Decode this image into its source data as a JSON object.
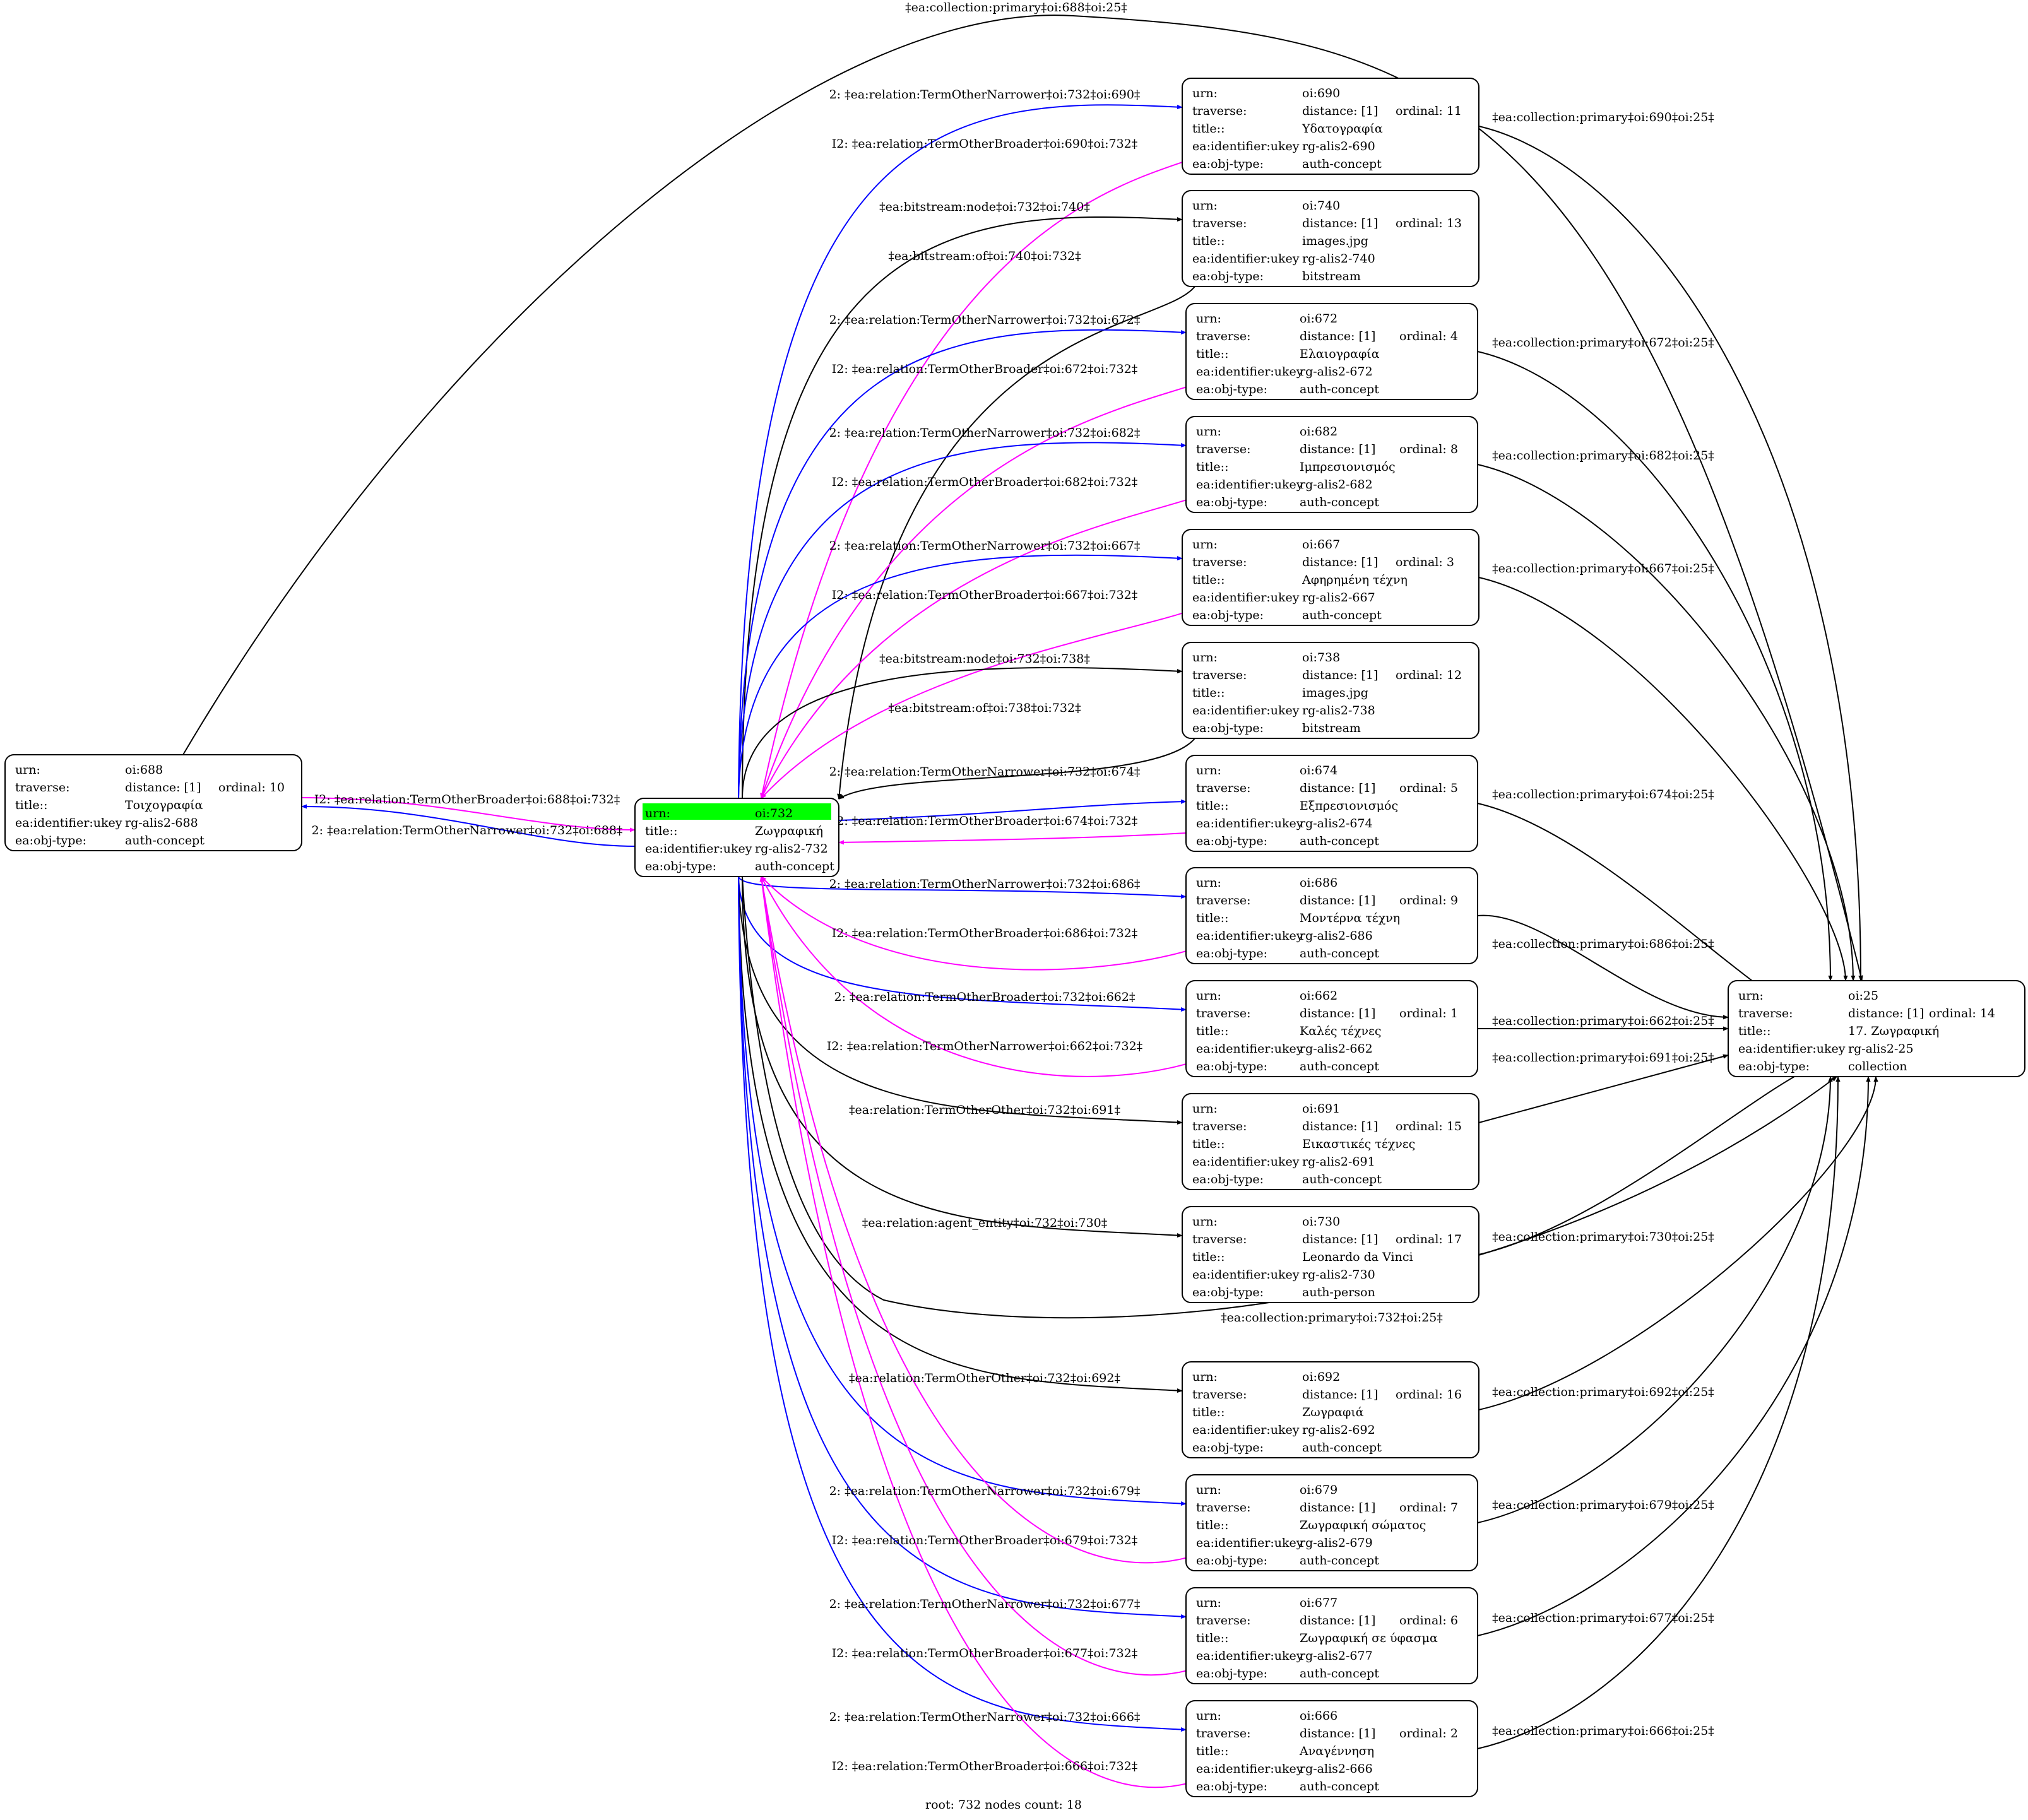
{
  "footer": "root: 732 nodes count: 18",
  "colors": {
    "black": "#000000",
    "blue": "#0000ff",
    "magenta": "#ff00ff",
    "root": "#00ff00",
    "person": "#ffcc99"
  },
  "nodes": [
    {
      "id": "688",
      "rows": [
        [
          "urn:",
          "oi:688",
          ""
        ],
        [
          "traverse:",
          "distance: [1]",
          "ordinal: 10"
        ],
        [
          "title::",
          "Τοιχογραφία",
          ""
        ],
        [
          "ea:identifier:ukey",
          "rg-alis2-688",
          ""
        ],
        [
          "ea:obj-type:",
          "auth-concept",
          ""
        ]
      ]
    },
    {
      "id": "732",
      "root": true,
      "rows": [
        [
          "urn:",
          "oi:732",
          ""
        ],
        [
          "title::",
          "Ζωγραφική",
          ""
        ],
        [
          "ea:identifier:ukey",
          "rg-alis2-732",
          ""
        ],
        [
          "ea:obj-type:",
          "auth-concept",
          ""
        ]
      ]
    },
    {
      "id": "690",
      "rows": [
        [
          "urn:",
          "oi:690",
          ""
        ],
        [
          "traverse:",
          "distance: [1]",
          "ordinal: 11"
        ],
        [
          "title::",
          "Υδατογραφία",
          ""
        ],
        [
          "ea:identifier:ukey",
          "rg-alis2-690",
          ""
        ],
        [
          "ea:obj-type:",
          "auth-concept",
          ""
        ]
      ]
    },
    {
      "id": "740",
      "rows": [
        [
          "urn:",
          "oi:740",
          ""
        ],
        [
          "traverse:",
          "distance: [1]",
          "ordinal: 13"
        ],
        [
          "title::",
          "images.jpg",
          ""
        ],
        [
          "ea:identifier:ukey",
          "rg-alis2-740",
          ""
        ],
        [
          "ea:obj-type:",
          "bitstream",
          ""
        ]
      ]
    },
    {
      "id": "672",
      "rows": [
        [
          "urn:",
          "oi:672",
          ""
        ],
        [
          "traverse:",
          "distance: [1]",
          "ordinal: 4"
        ],
        [
          "title::",
          "Ελαιογραφία",
          ""
        ],
        [
          "ea:identifier:ukey",
          "rg-alis2-672",
          ""
        ],
        [
          "ea:obj-type:",
          "auth-concept",
          ""
        ]
      ]
    },
    {
      "id": "682",
      "rows": [
        [
          "urn:",
          "oi:682",
          ""
        ],
        [
          "traverse:",
          "distance: [1]",
          "ordinal: 8"
        ],
        [
          "title::",
          "Ιμπρεσιονισμός",
          ""
        ],
        [
          "ea:identifier:ukey",
          "rg-alis2-682",
          ""
        ],
        [
          "ea:obj-type:",
          "auth-concept",
          ""
        ]
      ]
    },
    {
      "id": "667",
      "rows": [
        [
          "urn:",
          "oi:667",
          ""
        ],
        [
          "traverse:",
          "distance: [1]",
          "ordinal: 3"
        ],
        [
          "title::",
          "Αφηρημένη τέχνη",
          ""
        ],
        [
          "ea:identifier:ukey",
          "rg-alis2-667",
          ""
        ],
        [
          "ea:obj-type:",
          "auth-concept",
          ""
        ]
      ]
    },
    {
      "id": "738",
      "rows": [
        [
          "urn:",
          "oi:738",
          ""
        ],
        [
          "traverse:",
          "distance: [1]",
          "ordinal: 12"
        ],
        [
          "title::",
          "images.jpg",
          ""
        ],
        [
          "ea:identifier:ukey",
          "rg-alis2-738",
          ""
        ],
        [
          "ea:obj-type:",
          "bitstream",
          ""
        ]
      ]
    },
    {
      "id": "674",
      "rows": [
        [
          "urn:",
          "oi:674",
          ""
        ],
        [
          "traverse:",
          "distance: [1]",
          "ordinal: 5"
        ],
        [
          "title::",
          "Εξπρεσιονισμός",
          ""
        ],
        [
          "ea:identifier:ukey",
          "rg-alis2-674",
          ""
        ],
        [
          "ea:obj-type:",
          "auth-concept",
          ""
        ]
      ]
    },
    {
      "id": "686",
      "rows": [
        [
          "urn:",
          "oi:686",
          ""
        ],
        [
          "traverse:",
          "distance: [1]",
          "ordinal: 9"
        ],
        [
          "title::",
          "Μοντέρνα τέχνη",
          ""
        ],
        [
          "ea:identifier:ukey",
          "rg-alis2-686",
          ""
        ],
        [
          "ea:obj-type:",
          "auth-concept",
          ""
        ]
      ]
    },
    {
      "id": "662",
      "rows": [
        [
          "urn:",
          "oi:662",
          ""
        ],
        [
          "traverse:",
          "distance: [1]",
          "ordinal: 1"
        ],
        [
          "title::",
          "Καλές τέχνες",
          ""
        ],
        [
          "ea:identifier:ukey",
          "rg-alis2-662",
          ""
        ],
        [
          "ea:obj-type:",
          "auth-concept",
          ""
        ]
      ]
    },
    {
      "id": "691",
      "rows": [
        [
          "urn:",
          "oi:691",
          ""
        ],
        [
          "traverse:",
          "distance: [1]",
          "ordinal: 15"
        ],
        [
          "title::",
          "Εικαστικές τέχνες",
          ""
        ],
        [
          "ea:identifier:ukey",
          "rg-alis2-691",
          ""
        ],
        [
          "ea:obj-type:",
          "auth-concept",
          ""
        ]
      ]
    },
    {
      "id": "730",
      "person": true,
      "rows": [
        [
          "urn:",
          "oi:730",
          ""
        ],
        [
          "traverse:",
          "distance: [1]",
          "ordinal: 17"
        ],
        [
          "title::",
          "Leonardo da Vinci",
          ""
        ],
        [
          "ea:identifier:ukey",
          "rg-alis2-730",
          ""
        ],
        [
          "ea:obj-type:",
          "auth-person",
          ""
        ]
      ]
    },
    {
      "id": "692",
      "rows": [
        [
          "urn:",
          "oi:692",
          ""
        ],
        [
          "traverse:",
          "distance: [1]",
          "ordinal: 16"
        ],
        [
          "title::",
          "Ζωγραφιά",
          ""
        ],
        [
          "ea:identifier:ukey",
          "rg-alis2-692",
          ""
        ],
        [
          "ea:obj-type:",
          "auth-concept",
          ""
        ]
      ]
    },
    {
      "id": "679",
      "rows": [
        [
          "urn:",
          "oi:679",
          ""
        ],
        [
          "traverse:",
          "distance: [1]",
          "ordinal: 7"
        ],
        [
          "title::",
          "Ζωγραφική σώματος",
          ""
        ],
        [
          "ea:identifier:ukey",
          "rg-alis2-679",
          ""
        ],
        [
          "ea:obj-type:",
          "auth-concept",
          ""
        ]
      ]
    },
    {
      "id": "677",
      "rows": [
        [
          "urn:",
          "oi:677",
          ""
        ],
        [
          "traverse:",
          "distance: [1]",
          "ordinal: 6"
        ],
        [
          "title::",
          "Ζωγραφική σε ύφασμα",
          ""
        ],
        [
          "ea:identifier:ukey",
          "rg-alis2-677",
          ""
        ],
        [
          "ea:obj-type:",
          "auth-concept",
          ""
        ]
      ]
    },
    {
      "id": "666",
      "rows": [
        [
          "urn:",
          "oi:666",
          ""
        ],
        [
          "traverse:",
          "distance: [1]",
          "ordinal: 2"
        ],
        [
          "title::",
          "Αναγέννηση",
          ""
        ],
        [
          "ea:identifier:ukey",
          "rg-alis2-666",
          ""
        ],
        [
          "ea:obj-type:",
          "auth-concept",
          ""
        ]
      ]
    },
    {
      "id": "25",
      "rows": [
        [
          "urn:",
          "oi:25",
          ""
        ],
        [
          "traverse:",
          "distance: [1]",
          "ordinal: 14"
        ],
        [
          "title::",
          "17. Ζωγραφική",
          ""
        ],
        [
          "ea:identifier:ukey",
          "rg-alis2-25",
          ""
        ],
        [
          "ea:obj-type:",
          "collection",
          ""
        ]
      ]
    }
  ],
  "edges": [
    {
      "from": "688",
      "to": "25",
      "color": "black",
      "label": "‡ea:collection:primary‡oi:688‡oi:25‡"
    },
    {
      "from": "688",
      "to": "732",
      "color": "magenta",
      "label": "I2: ‡ea:relation:TermOtherBroader‡oi:688‡oi:732‡"
    },
    {
      "from": "732",
      "to": "688",
      "color": "blue",
      "label": "2: ‡ea:relation:TermOtherNarrower‡oi:732‡oi:688‡"
    },
    {
      "from": "732",
      "to": "690",
      "color": "blue",
      "label": "2: ‡ea:relation:TermOtherNarrower‡oi:732‡oi:690‡"
    },
    {
      "from": "690",
      "to": "732",
      "color": "magenta",
      "label": "I2: ‡ea:relation:TermOtherBroader‡oi:690‡oi:732‡"
    },
    {
      "from": "732",
      "to": "740",
      "color": "black",
      "label": "‡ea:bitstream:node‡oi:732‡oi:740‡"
    },
    {
      "from": "740",
      "to": "732",
      "color": "black",
      "label": "‡ea:bitstream:of‡oi:740‡oi:732‡"
    },
    {
      "from": "732",
      "to": "672",
      "color": "blue",
      "label": "2: ‡ea:relation:TermOtherNarrower‡oi:732‡oi:672‡"
    },
    {
      "from": "672",
      "to": "732",
      "color": "magenta",
      "label": "I2: ‡ea:relation:TermOtherBroader‡oi:672‡oi:732‡"
    },
    {
      "from": "732",
      "to": "682",
      "color": "blue",
      "label": "2: ‡ea:relation:TermOtherNarrower‡oi:732‡oi:682‡"
    },
    {
      "from": "682",
      "to": "732",
      "color": "magenta",
      "label": "I2: ‡ea:relation:TermOtherBroader‡oi:682‡oi:732‡"
    },
    {
      "from": "732",
      "to": "667",
      "color": "blue",
      "label": "2: ‡ea:relation:TermOtherNarrower‡oi:732‡oi:667‡"
    },
    {
      "from": "667",
      "to": "732",
      "color": "magenta",
      "label": "I2: ‡ea:relation:TermOtherBroader‡oi:667‡oi:732‡"
    },
    {
      "from": "732",
      "to": "738",
      "color": "black",
      "label": "‡ea:bitstream:node‡oi:732‡oi:738‡"
    },
    {
      "from": "738",
      "to": "732",
      "color": "black",
      "label": "‡ea:bitstream:of‡oi:738‡oi:732‡"
    },
    {
      "from": "732",
      "to": "674",
      "color": "blue",
      "label": "2: ‡ea:relation:TermOtherNarrower‡oi:732‡oi:674‡"
    },
    {
      "from": "674",
      "to": "732",
      "color": "magenta",
      "label": "I2: ‡ea:relation:TermOtherBroader‡oi:674‡oi:732‡"
    },
    {
      "from": "732",
      "to": "686",
      "color": "blue",
      "label": "2: ‡ea:relation:TermOtherNarrower‡oi:732‡oi:686‡"
    },
    {
      "from": "686",
      "to": "732",
      "color": "magenta",
      "label": "I2: ‡ea:relation:TermOtherBroader‡oi:686‡oi:732‡"
    },
    {
      "from": "732",
      "to": "662",
      "color": "blue",
      "label": "2: ‡ea:relation:TermOtherBroader‡oi:732‡oi:662‡"
    },
    {
      "from": "662",
      "to": "732",
      "color": "magenta",
      "label": "I2: ‡ea:relation:TermOtherNarrower‡oi:662‡oi:732‡"
    },
    {
      "from": "732",
      "to": "691",
      "color": "black",
      "label": "‡ea:relation:TermOtherOther‡oi:732‡oi:691‡"
    },
    {
      "from": "732",
      "to": "730",
      "color": "black",
      "label": "‡ea:relation:agent_entity‡oi:732‡oi:730‡"
    },
    {
      "from": "732",
      "to": "25",
      "color": "black",
      "label": "‡ea:collection:primary‡oi:732‡oi:25‡"
    },
    {
      "from": "732",
      "to": "692",
      "color": "black",
      "label": "‡ea:relation:TermOtherOther‡oi:732‡oi:692‡"
    },
    {
      "from": "732",
      "to": "679",
      "color": "blue",
      "label": "2: ‡ea:relation:TermOtherNarrower‡oi:732‡oi:679‡"
    },
    {
      "from": "679",
      "to": "732",
      "color": "magenta",
      "label": "I2: ‡ea:relation:TermOtherBroader‡oi:679‡oi:732‡"
    },
    {
      "from": "732",
      "to": "677",
      "color": "blue",
      "label": "2: ‡ea:relation:TermOtherNarrower‡oi:732‡oi:677‡"
    },
    {
      "from": "677",
      "to": "732",
      "color": "magenta",
      "label": "I2: ‡ea:relation:TermOtherBroader‡oi:677‡oi:732‡"
    },
    {
      "from": "732",
      "to": "666",
      "color": "blue",
      "label": "2: ‡ea:relation:TermOtherNarrower‡oi:732‡oi:666‡"
    },
    {
      "from": "666",
      "to": "732",
      "color": "magenta",
      "label": "I2: ‡ea:relation:TermOtherBroader‡oi:666‡oi:732‡"
    },
    {
      "from": "690",
      "to": "25",
      "color": "black",
      "label": "‡ea:collection:primary‡oi:690‡oi:25‡"
    },
    {
      "from": "672",
      "to": "25",
      "color": "black",
      "label": "‡ea:collection:primary‡oi:672‡oi:25‡"
    },
    {
      "from": "682",
      "to": "25",
      "color": "black",
      "label": "‡ea:collection:primary‡oi:682‡oi:25‡"
    },
    {
      "from": "667",
      "to": "25",
      "color": "black",
      "label": "‡ea:collection:primary‡oi:667‡oi:25‡"
    },
    {
      "from": "674",
      "to": "25",
      "color": "black",
      "label": "‡ea:collection:primary‡oi:674‡oi:25‡"
    },
    {
      "from": "686",
      "to": "25",
      "color": "black",
      "label": "‡ea:collection:primary‡oi:686‡oi:25‡"
    },
    {
      "from": "662",
      "to": "25",
      "color": "black",
      "label": "‡ea:collection:primary‡oi:662‡oi:25‡"
    },
    {
      "from": "691",
      "to": "25",
      "color": "black",
      "label": "‡ea:collection:primary‡oi:691‡oi:25‡"
    },
    {
      "from": "730",
      "to": "25",
      "color": "black",
      "label": "‡ea:collection:primary‡oi:730‡oi:25‡"
    },
    {
      "from": "692",
      "to": "25",
      "color": "black",
      "label": "‡ea:collection:primary‡oi:692‡oi:25‡"
    },
    {
      "from": "679",
      "to": "25",
      "color": "black",
      "label": "‡ea:collection:primary‡oi:679‡oi:25‡"
    },
    {
      "from": "677",
      "to": "25",
      "color": "black",
      "label": "‡ea:collection:primary‡oi:677‡oi:25‡"
    },
    {
      "from": "666",
      "to": "25",
      "color": "black",
      "label": "‡ea:collection:primary‡oi:666‡oi:25‡"
    }
  ]
}
